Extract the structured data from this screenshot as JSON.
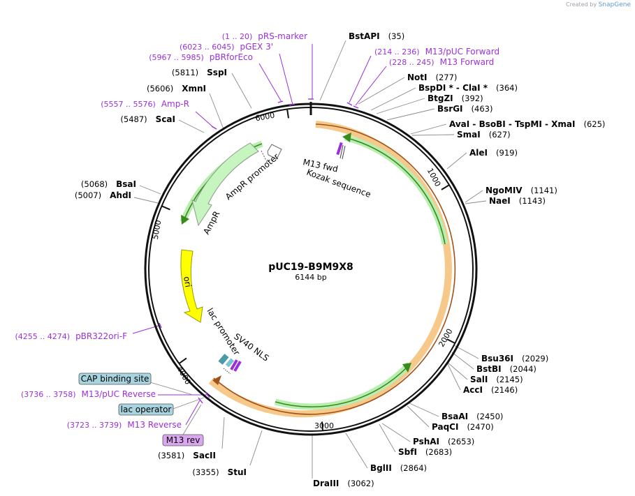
{
  "credit": {
    "text": "Created by",
    "brand": "SnapGene"
  },
  "plasmid": {
    "name": "pUC19-B9M9X8",
    "size": "6144 bp"
  },
  "ticks": [
    "1000",
    "2000",
    "3000",
    "4000",
    "5000",
    "6000"
  ],
  "sites_right": [
    {
      "name": "BstAPI",
      "pos": "(35)"
    },
    {
      "name": "NotI",
      "pos": "(277)"
    },
    {
      "name": "BspDI * - ClaI *",
      "pos": "(364)"
    },
    {
      "name": "BtgZI",
      "pos": "(392)"
    },
    {
      "name": "BsrGI",
      "pos": "(463)"
    },
    {
      "name": "AvaI - BsoBI - TspMI - XmaI",
      "pos": "(625)"
    },
    {
      "name": "SmaI",
      "pos": "(627)"
    },
    {
      "name": "AleI",
      "pos": "(919)"
    },
    {
      "name": "NgoMIV",
      "pos": "(1141)"
    },
    {
      "name": "NaeI",
      "pos": "(1143)"
    },
    {
      "name": "Bsu36I",
      "pos": "(2029)"
    },
    {
      "name": "BstBI",
      "pos": "(2044)"
    },
    {
      "name": "SalI",
      "pos": "(2145)"
    },
    {
      "name": "AccI",
      "pos": "(2146)"
    },
    {
      "name": "BsaAI",
      "pos": "(2450)"
    },
    {
      "name": "PaqCI",
      "pos": "(2470)"
    },
    {
      "name": "PshAI",
      "pos": "(2653)"
    },
    {
      "name": "SbfI",
      "pos": "(2683)"
    },
    {
      "name": "BglII",
      "pos": "(2864)"
    },
    {
      "name": "DraIII",
      "pos": "(3062)"
    }
  ],
  "sites_left": [
    {
      "name": "SspI",
      "pos": "(5811)"
    },
    {
      "name": "XmnI",
      "pos": "(5606)"
    },
    {
      "name": "ScaI",
      "pos": "(5487)"
    },
    {
      "name": "BsaI",
      "pos": "(5068)"
    },
    {
      "name": "AhdI",
      "pos": "(5007)"
    },
    {
      "name": "SacII",
      "pos": "(3581)"
    },
    {
      "name": "StuI",
      "pos": "(3355)"
    }
  ],
  "primers": [
    {
      "range": "(1 .. 20)",
      "name": "pRS-marker"
    },
    {
      "range": "(6023 .. 6045)",
      "name": "pGEX 3'"
    },
    {
      "range": "(5967 .. 5985)",
      "name": "pBRforEco"
    },
    {
      "range": "(5557 .. 5576)",
      "name": "Amp-R"
    },
    {
      "range": "(214 .. 236)",
      "name": "M13/pUC Forward"
    },
    {
      "range": "(228 .. 245)",
      "name": "M13 Forward"
    },
    {
      "range": "(4255 .. 4274)",
      "name": "pBR322ori-F"
    },
    {
      "range": "(3736 .. 3758)",
      "name": "M13/pUC Reverse"
    },
    {
      "range": "(3723 .. 3739)",
      "name": "M13 Reverse"
    }
  ],
  "boxed_features": [
    {
      "name": "CAP binding site",
      "color": "#a8d4e0"
    },
    {
      "name": "lac operator",
      "color": "#a8d4e0"
    },
    {
      "name": "M13 rev",
      "color": "#dba6f0"
    }
  ],
  "features": [
    {
      "name": "M13 fwd"
    },
    {
      "name": "Kozak sequence"
    },
    {
      "name": "AmpR promoter"
    },
    {
      "name": "AmpR"
    },
    {
      "name": "ori"
    },
    {
      "name": "lac promoter"
    },
    {
      "name": "SV40 NLS"
    }
  ],
  "colors": {
    "backbone": "#111111",
    "orf_orange": "#f6c889",
    "orf_green": "#b8eeb0",
    "orf_green_line": "#3a8a1e",
    "amp_fill": "#c6f5c0",
    "ori_fill": "#ffff00",
    "primer": "#9b30d8",
    "leader": "#8a8a8a"
  }
}
